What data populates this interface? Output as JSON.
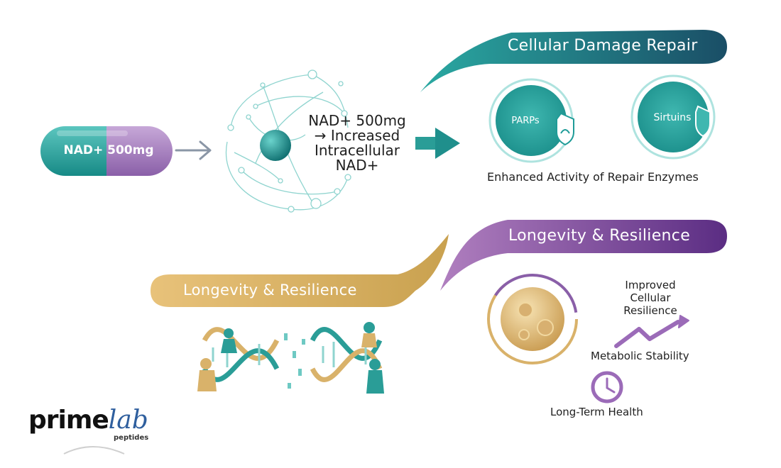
{
  "capsule": {
    "label": "NAD+ 500mg"
  },
  "process": {
    "lines": [
      "NAD+ 500mg",
      "→ Increased",
      "Intracellular",
      "NAD+"
    ]
  },
  "repair": {
    "banner": "Cellular Damage Repair",
    "enzymes": [
      "PARPs",
      "Sirtuins"
    ],
    "caption": "Enhanced Activity of Repair Enzymes"
  },
  "longevity": {
    "banner_right": "Longevity & Resilience",
    "banner_left": "Longevity & Resilience"
  },
  "benefits": {
    "resilience": [
      "Improved",
      "Cellular",
      "Resilience"
    ],
    "metabolic": "Metabolic Stability",
    "longterm": "Long-Term Health"
  },
  "brand": {
    "name_a": "prime",
    "name_b": "lab",
    "sub": "peptides"
  },
  "colors": {
    "teal": "#1f9c98",
    "teal_dark": "#13706f",
    "purple": "#7a4a9a",
    "gold": "#d9b26a"
  }
}
